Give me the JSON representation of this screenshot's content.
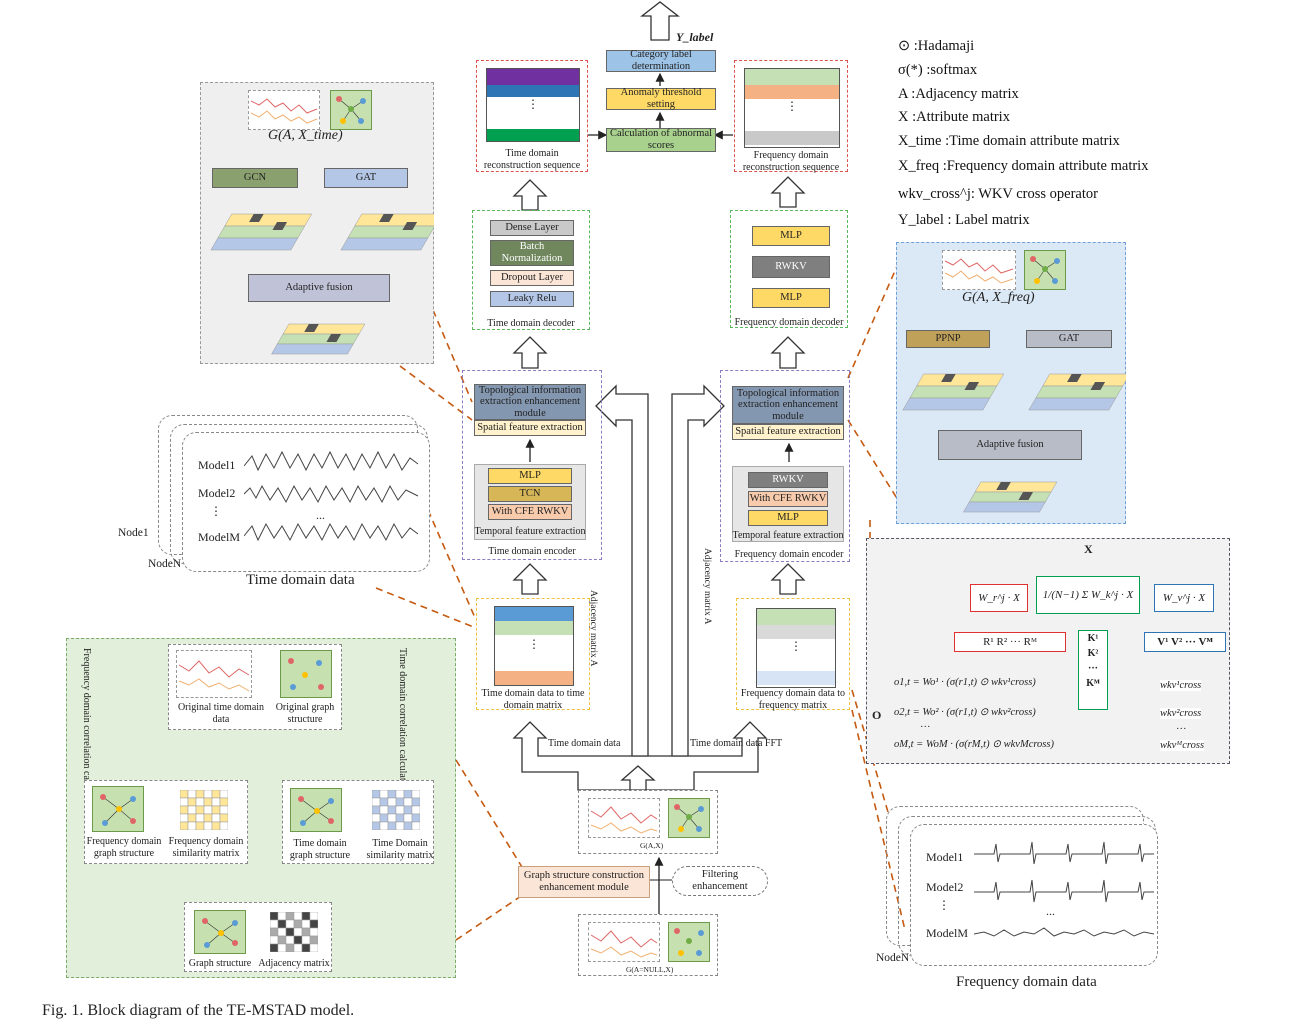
{
  "caption": "Fig. 1. Block diagram of the TE-MSTAD model.",
  "legend": {
    "hadamard": "⊙ :Hadamaji",
    "softmax": "σ(*) :softmax",
    "adjacency": "A :Adjacency matrix",
    "attribute": "X :Attribute matrix",
    "time_attr": "X_time :Time domain attribute matrix",
    "freq_attr": "X_freq :Frequency domain attribute matrix",
    "wkv": "wkv_cross^j: WKV cross operator",
    "label": "Y_label : Label matrix"
  },
  "top": {
    "y_label": "Y_label",
    "category": "Category label determination",
    "threshold": "Anomaly threshold setting",
    "scores": "Calculation of abnormal scores",
    "time_recon": "Time domain reconstruction sequence",
    "freq_recon": "Frequency domain reconstruction sequence"
  },
  "time_decoder": {
    "title": "Time domain decoder",
    "dense": "Dense Layer",
    "batch": "Batch Normalization",
    "dropout": "Dropout Layer",
    "leaky": "Leaky Relu"
  },
  "freq_decoder": {
    "title": "Frequency domain decoder",
    "mlp1": "MLP",
    "rwkv": "RWKV",
    "mlp2": "MLP"
  },
  "time_encoder": {
    "title": "Time domain encoder",
    "topo": "Topological information extraction enhancement module",
    "spatial": "Spatial feature extraction",
    "mlp": "MLP",
    "tcn": "TCN",
    "cfe": "With CFE RWKV",
    "temporal": "Temporal feature extraction"
  },
  "freq_encoder": {
    "title": "Frequency domain encoder",
    "topo": "Topological information extraction enhancement module",
    "spatial": "Spatial feature extraction",
    "rwkv": "RWKV",
    "cfe": "With CFE RWKV",
    "mlp": "MLP",
    "temporal": "Temporal feature extraction"
  },
  "matrices": {
    "time": "Time domain data to time domain matrix",
    "freq": "Frequency domain data to frequency matrix",
    "dots": "⋮",
    "adj_a": "Adjacency matrix A",
    "adj_b": "Adjacency matrix A",
    "time_data": "Time domain data",
    "time_fft": "Time domain data FFT"
  },
  "left_panel": {
    "g_time": "G(A, X_time)",
    "gcn": "GCN",
    "gat": "GAT",
    "fusion": "Adaptive fusion"
  },
  "right_panel": {
    "g_freq": "G(A, X_freq)",
    "ppnp": "PPNP",
    "gat": "GAT",
    "fusion": "Adaptive fusion"
  },
  "time_data": {
    "m1": "Model1",
    "m2": "Model2",
    "mm": "ModelM",
    "dots_v": "⋮",
    "dots_h": "...",
    "node1": "Node1",
    "noden": "NodeN",
    "title": "Time domain data"
  },
  "freq_data": {
    "m1": "Model1",
    "m2": "Model2",
    "mm": "ModelM",
    "dots_v": "⋮",
    "dots_h": "...",
    "noden": "NodeN",
    "title": "Frequency domain data"
  },
  "green_panel": {
    "freq_corr": "Frequency domain correlation calculation",
    "time_corr": "Time domain correlation calculation",
    "orig_time": "Original time domain data",
    "orig_graph": "Original graph structure",
    "freq_graph": "Frequency domain graph structure",
    "freq_sim": "Frequency domain similarity matrix",
    "time_graph": "Time domain graph structure",
    "time_sim": "Time Domain similarity matrix",
    "graph_struct": "Graph structure",
    "adj_matrix": "Adjacency matrix"
  },
  "bottom": {
    "gax": "G(A,X)",
    "graph_module": "Graph structure construction enhancement module",
    "filtering": "Filtering enhancement",
    "gnull": "G(A=NULL,X)"
  },
  "wkv_panel": {
    "x": "X",
    "wr": "W_r^j · X",
    "wk": "1/(N−1) Σ W_k^j · X",
    "wv": "W_v^j · X",
    "r": "R¹  R²  ···  Rᴹ",
    "k1": "K¹",
    "k2": "K²",
    "kdots": "···",
    "km": "Kᴹ",
    "v": "V¹  V²  ···  Vᴹ",
    "o": "O",
    "o1": "o1,t = Wo¹ · (σ(r1,t) ⊙ wkv¹cross)",
    "o2": "o2,t = Wo² · (σ(r1,t) ⊙ wkv²cross)",
    "odots": "···",
    "om": "oM,t = WoM · (σ(rM,t) ⊙ wkvMcross)",
    "wkv1": "wkv¹cross",
    "wkv2": "wkv²cross",
    "wkvdots": "···",
    "wkvm": "wkvᴹcross"
  },
  "colors": {
    "purple": "#7030a0",
    "blue": "#2e75b6",
    "green_bar": "#00a050",
    "orange_bar": "#f4b183",
    "yellow": "#ffd966",
    "gray_block": "#a6a6a6",
    "lightblue_block": "#b4c7e7",
    "green_panel": "#e2efda",
    "blue_panel": "#dbe8f6"
  }
}
